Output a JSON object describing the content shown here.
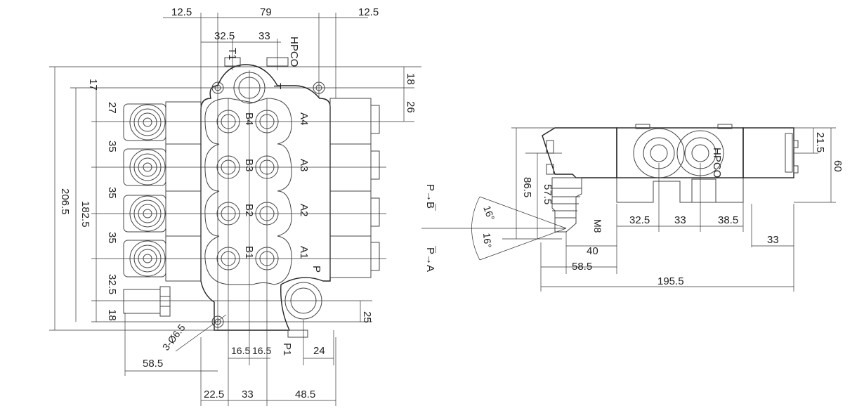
{
  "front_view": {
    "dims": {
      "top_left": "12.5",
      "top_mid": "79",
      "top_right": "12.5",
      "t1_offset": "32.5",
      "t1_hpco": "33",
      "v17": "17",
      "v27": "27",
      "v35a": "35",
      "v35b": "35",
      "v35c": "35",
      "v32_5": "32.5",
      "v18": "18",
      "total": "206.5",
      "inner": "182.5",
      "r18": "18",
      "r26": "26",
      "r25": "25",
      "b58_5": "58.5",
      "holes": "3-Ø6.5",
      "s16_5a": "16.5",
      "s16_5b": "16.5",
      "p1_24": "24",
      "bot22_5": "22.5",
      "bot33": "33",
      "bot48_5": "48.5"
    },
    "labels": {
      "T1": "T1",
      "HPCO": "HPCO",
      "T": "T",
      "P": "P",
      "P1": "P1",
      "A1": "A1",
      "A2": "A2",
      "A3": "A3",
      "A4": "A4",
      "B1": "B1",
      "B2": "B2",
      "B3": "B3",
      "B4": "B4"
    }
  },
  "side_view": {
    "dims": {
      "h86_5": "86.5",
      "h57_5": "57.5",
      "ang1": "16°",
      "ang2": "16°",
      "m8": "M8",
      "d40": "40",
      "d58_5": "58.5",
      "d195_5": "195.5",
      "d32_5": "32.5",
      "d33": "33",
      "d38_5": "38.5",
      "d33b": "33",
      "d21_5": "21.5",
      "d60": "60"
    },
    "labels": {
      "PB": "P→B",
      "PA": "P→A",
      "HPCO": "HPCO"
    }
  }
}
